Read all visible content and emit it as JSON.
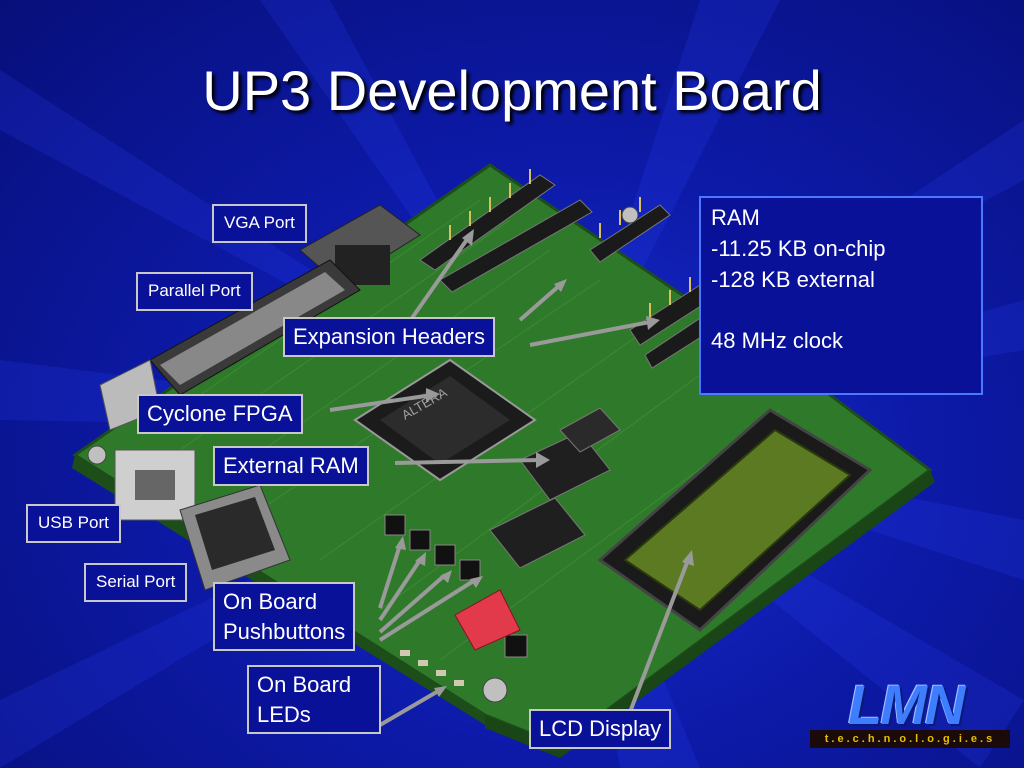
{
  "slide": {
    "title": "UP3 Development Board"
  },
  "labels": {
    "vga": "VGA Port",
    "parallel": "Parallel Port",
    "expansion": "Expansion Headers",
    "cyclone": "Cyclone FPGA",
    "external_ram": "External RAM",
    "usb": "USB Port",
    "serial": "Serial Port",
    "pushbuttons_line1": "On Board",
    "pushbuttons_line2": "Pushbuttons",
    "leds_line1": "On Board",
    "leds_line2": "LEDs",
    "lcd": "LCD Display"
  },
  "ram_box": {
    "line1": "RAM",
    "line2": "-11.25 KB on-chip",
    "line3": "-128 KB external",
    "line4": "48 MHz clock"
  },
  "logo": {
    "mark": "LMN",
    "tagline": "t.e.c.h.n.o.l.o.g.i.e.s"
  },
  "colors": {
    "background": "#0d1aa8",
    "label_fill": "#0a1199",
    "board_green": "#2f7a2a",
    "arrow": "#9a9a9a"
  }
}
